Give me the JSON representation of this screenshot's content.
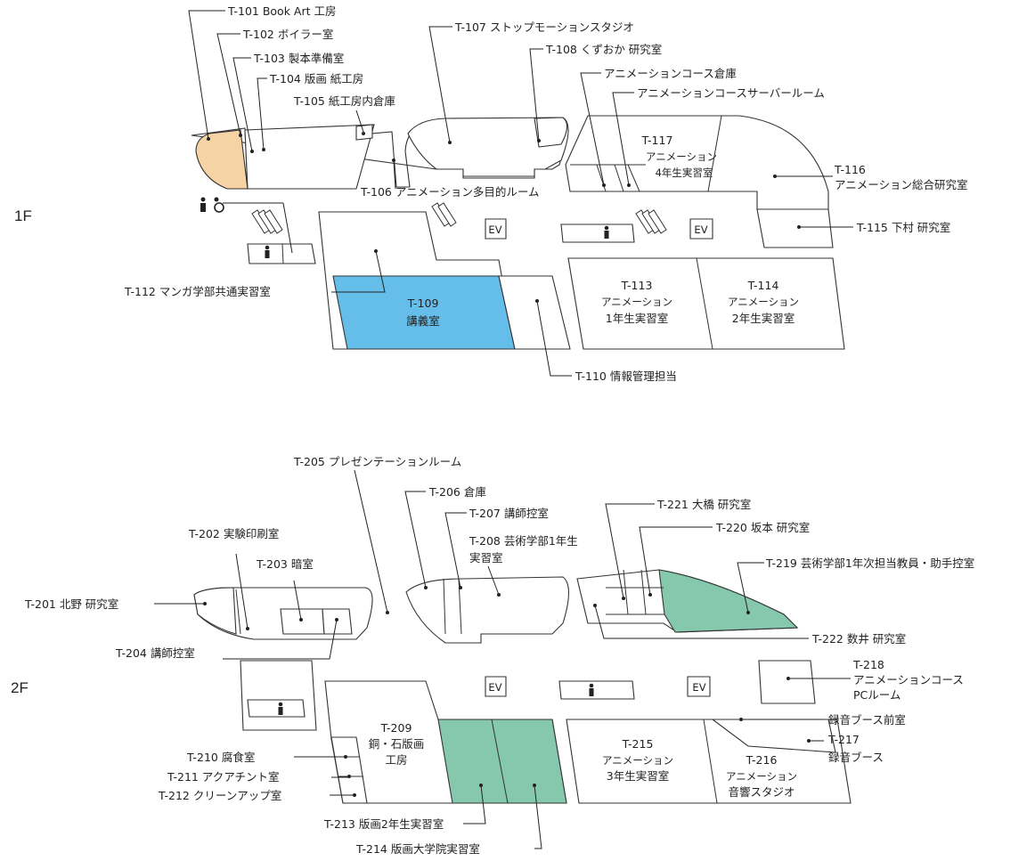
{
  "colors": {
    "highlight_orange": "#f5d3a4",
    "highlight_blue": "#65bde9",
    "highlight_green": "#86c8ad",
    "line": "#333333"
  },
  "floor1": {
    "label": "1F",
    "rooms": {
      "t101": "T-101 Book Art 工房",
      "t102": "T-102 ボイラー室",
      "t103": "T-103 製本準備室",
      "t104": "T-104 版画 紙工房",
      "t105": "T-105 紙工房内倉庫",
      "t106": "T-106 アニメーション多目的ルーム",
      "t107": "T-107 ストップモーションスタジオ",
      "t108": "T-108 くずおか 研究室",
      "anim_storage": "アニメーションコース倉庫",
      "anim_server": "アニメーションコースサーバールーム",
      "t117": [
        "T-117",
        "アニメーション",
        "4年生実習室"
      ],
      "t116": [
        "T-116",
        "アニメーション総合研究室"
      ],
      "t115": "T-115 下村 研究室",
      "t112": "T-112 マンガ学部共通実習室",
      "t109": [
        "T-109",
        "講義室"
      ],
      "t113": [
        "T-113",
        "アニメーション",
        "1年生実習室"
      ],
      "t114": [
        "T-114",
        "アニメーション",
        "2年生実習室"
      ],
      "t110": "T-110 情報管理担当",
      "ev1": "EV",
      "ev2": "EV"
    }
  },
  "floor2": {
    "label": "2F",
    "rooms": {
      "t205": "T-205 プレゼンテーションルーム",
      "t206": "T-206 倉庫",
      "t207": "T-207 講師控室",
      "t208": [
        "T-208 芸術学部1年生",
        "実習室"
      ],
      "t221": "T-221 大橋 研究室",
      "t220": "T-220 坂本 研究室",
      "t219": "T-219 芸術学部1年次担当教員・助手控室",
      "t202": "T-202 実験印刷室",
      "t203": "T-203 暗室",
      "t201": "T-201 北野 研究室",
      "t204": "T-204 講師控室",
      "t222": "T-222 数井 研究室",
      "t218": [
        "T-218",
        "アニメーションコース",
        "PCルーム"
      ],
      "t209": [
        "T-209",
        "銅・石版画",
        "工房"
      ],
      "t215": [
        "T-215",
        "アニメーション",
        "3年生実習室"
      ],
      "t216": [
        "T-216",
        "アニメーション",
        "音響スタジオ"
      ],
      "rec_front": "録音ブース前室",
      "t217": [
        "T-217",
        "録音ブース"
      ],
      "t210": "T-210 腐食室",
      "t211": "T-211 アクアチント室",
      "t212": "T-212 クリーンアップ室",
      "t213": "T-213 版画2年生実習室",
      "t214": "T-214 版画大学院実習室",
      "ev1": "EV",
      "ev2": "EV"
    }
  }
}
